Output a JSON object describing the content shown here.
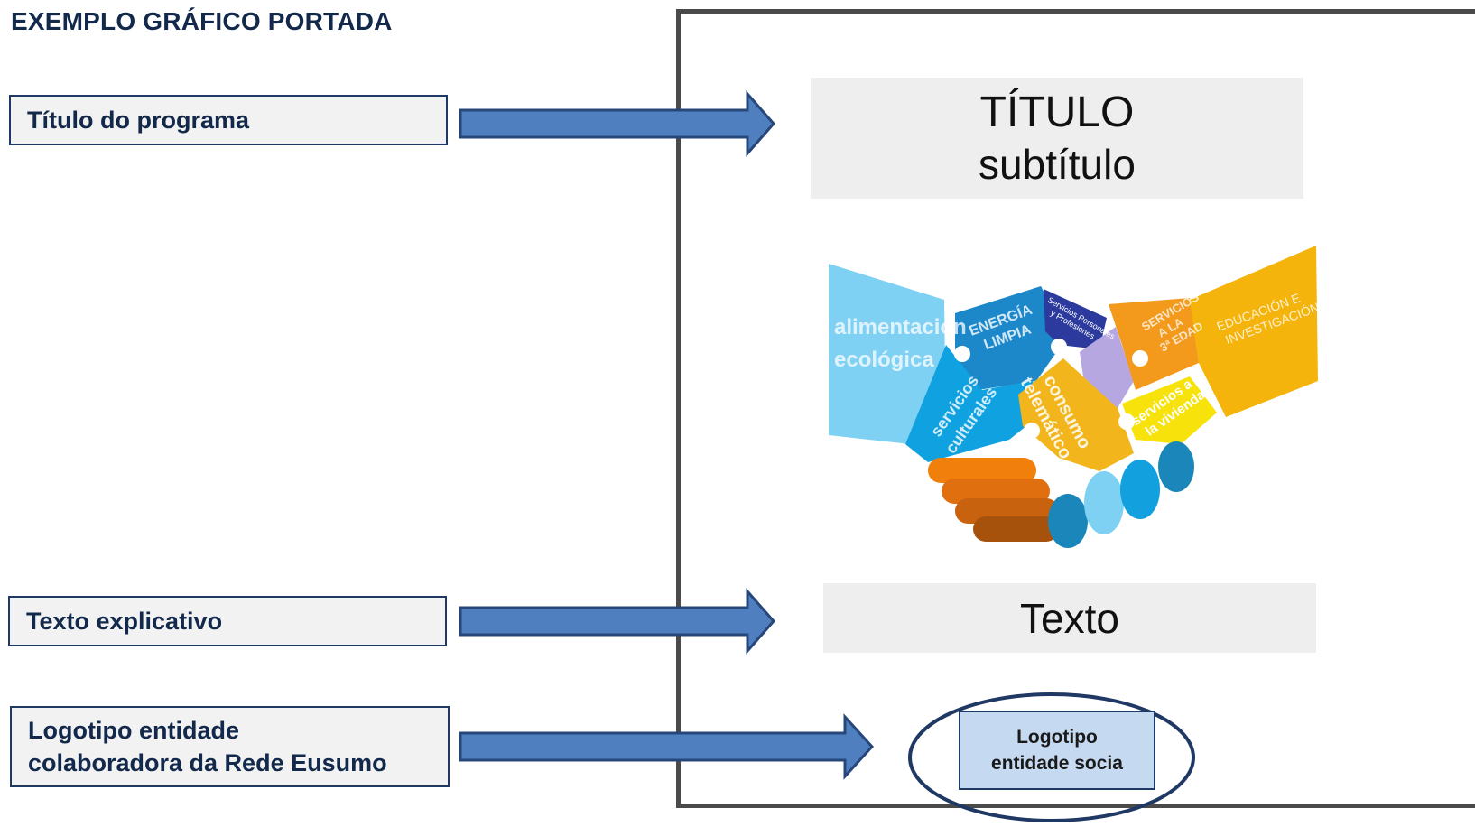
{
  "heading": "EXEMPLO GRÁFICO PORTADA",
  "labels": {
    "program_title": "Título do programa",
    "explanatory_text": "Texto explicativo",
    "logo_line1": "Logotipo entidade",
    "logo_line2": "colaboradora da Rede Eusumo"
  },
  "cover": {
    "title": "TÍTULO",
    "subtitle": "subtítulo",
    "text": "Texto",
    "logo_line1": "Logotipo",
    "logo_line2": "entidade socia"
  },
  "handshake": {
    "pieces": {
      "p1a": "alimentación",
      "p1b": "ecológica",
      "p2a": "ENERGÍA",
      "p2b": "LIMPIA",
      "p3a": "Servicios Personales",
      "p3b": "y Profesiones",
      "p4a": "SERVICIOS",
      "p4b": "A LA",
      "p4c": "3ª EDAD",
      "p5a": "EDUCACIÓN E",
      "p5b": "INVESTIGACIÓN",
      "p6a": "servicios",
      "p6b": "culturales",
      "p7a": "consumo",
      "p7b": "telemático",
      "p8a": "servicios a",
      "p8b": "la vivienda"
    }
  },
  "colors": {
    "navy": "#13294b",
    "arrow_fill": "#4f7fbe",
    "arrow_stroke": "#27477a",
    "frame": "#4a4a4a",
    "logo_fill": "#c5d9f1"
  }
}
